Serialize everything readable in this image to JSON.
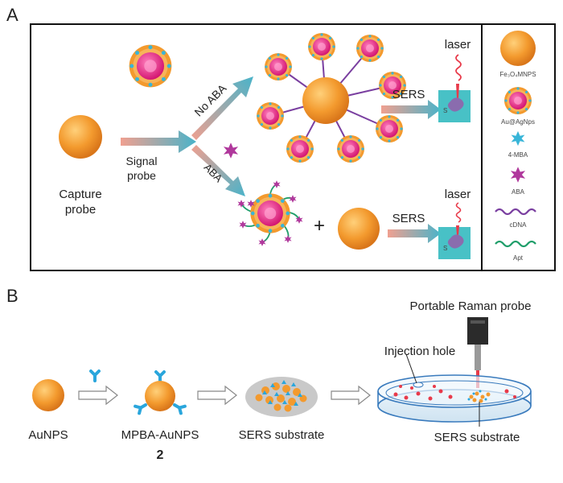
{
  "panel_a": {
    "label": "A",
    "capture_probe": [
      "Capture",
      "probe"
    ],
    "signal_probe": [
      "Signal",
      "probe"
    ],
    "branch_top": "No ABA",
    "branch_bottom": "ABA",
    "sers_top": "SERS",
    "sers_bottom": "SERS",
    "laser_top": "laser",
    "laser_bottom": "laser",
    "plus": "+",
    "legend": {
      "fe3o4": "Fe₃O₄MNPS",
      "auag": "Au@AgNps",
      "mba": "4-MBA",
      "aba": "ABA",
      "cdna": "cDNA",
      "apt": "Apt"
    }
  },
  "panel_b": {
    "label": "B",
    "aunps": "AuNPS",
    "mpba_aunps": "MPBA-AuNPS",
    "compound_number": "2",
    "sers_substrate_1": "SERS substrate",
    "portable_raman_probe": "Portable Raman probe",
    "injection_hole": "Injection hole",
    "sers_substrate_2": "SERS substrate"
  },
  "colors": {
    "orange": "#f39a2e",
    "magenta": "#e02d86",
    "purple_dna": "#7a3fa0",
    "green_apt": "#1f9e6a",
    "mba_blue": "#38b5d8",
    "teal_box": "#48c1c6",
    "mpba_blue": "#2aa6dc"
  }
}
